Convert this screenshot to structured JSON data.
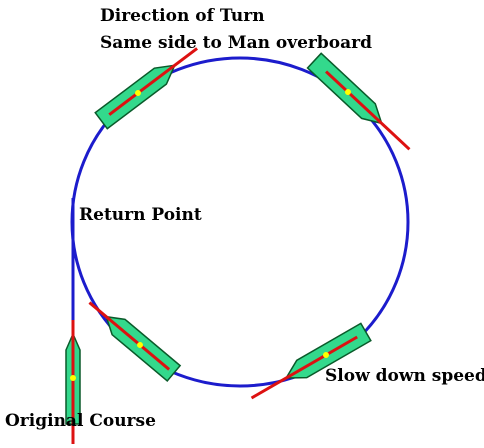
{
  "labels": {
    "direction_of_turn": "Direction of Turn",
    "same_side": "Same side to Man overboard",
    "return_point": "Return Point",
    "slow_down": "Slow down speed",
    "original_course": "Original Course"
  },
  "colors": {
    "track": "#1c1ccc",
    "boat_fill": "#33d98c",
    "boat_outline": "#0a5a2a",
    "heading_line": "#dd1111",
    "center_dot": "#ffff00"
  }
}
